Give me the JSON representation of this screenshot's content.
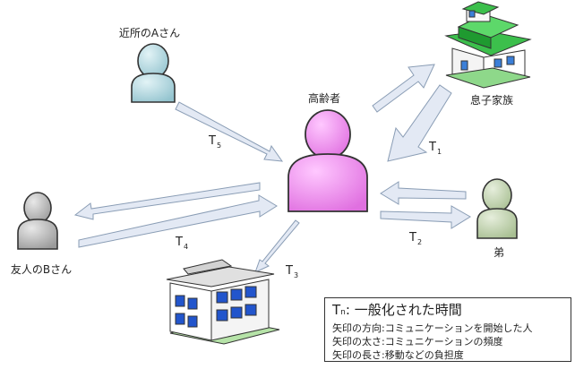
{
  "nodes": {
    "elderly": "高齢者",
    "neighbor_a": "近所のAさん",
    "son_family": "息子家族",
    "brother": "弟",
    "friend_b": "友人のBさん"
  },
  "arrows": {
    "t1": {
      "main": "T",
      "sub": "1"
    },
    "t2": {
      "main": "T",
      "sub": "2"
    },
    "t3": {
      "main": "T",
      "sub": "3"
    },
    "t4": {
      "main": "T",
      "sub": "4"
    },
    "t5": {
      "main": "T",
      "sub": "5"
    }
  },
  "legend": {
    "title_main": "T",
    "title_sub": "n",
    "title_rest": ": 一般化された時間",
    "lines": [
      "矢印の方向:コミュニケーションを開始した人",
      "矢印の太さ:コミュニケーションの頻度",
      "矢印の長さ:移動などの負担度"
    ]
  },
  "colors": {
    "elderly": "#ee88ee",
    "neighbor": "#a8d4dc",
    "brother": "#bcd0a8",
    "friend": "#bdbdbd",
    "arrow_fill": "#e3e9f4",
    "arrow_stroke": "#8a9db5",
    "house_wall": "#ffffff",
    "house_roof": "#33bb44",
    "building_window": "#2255cc"
  }
}
